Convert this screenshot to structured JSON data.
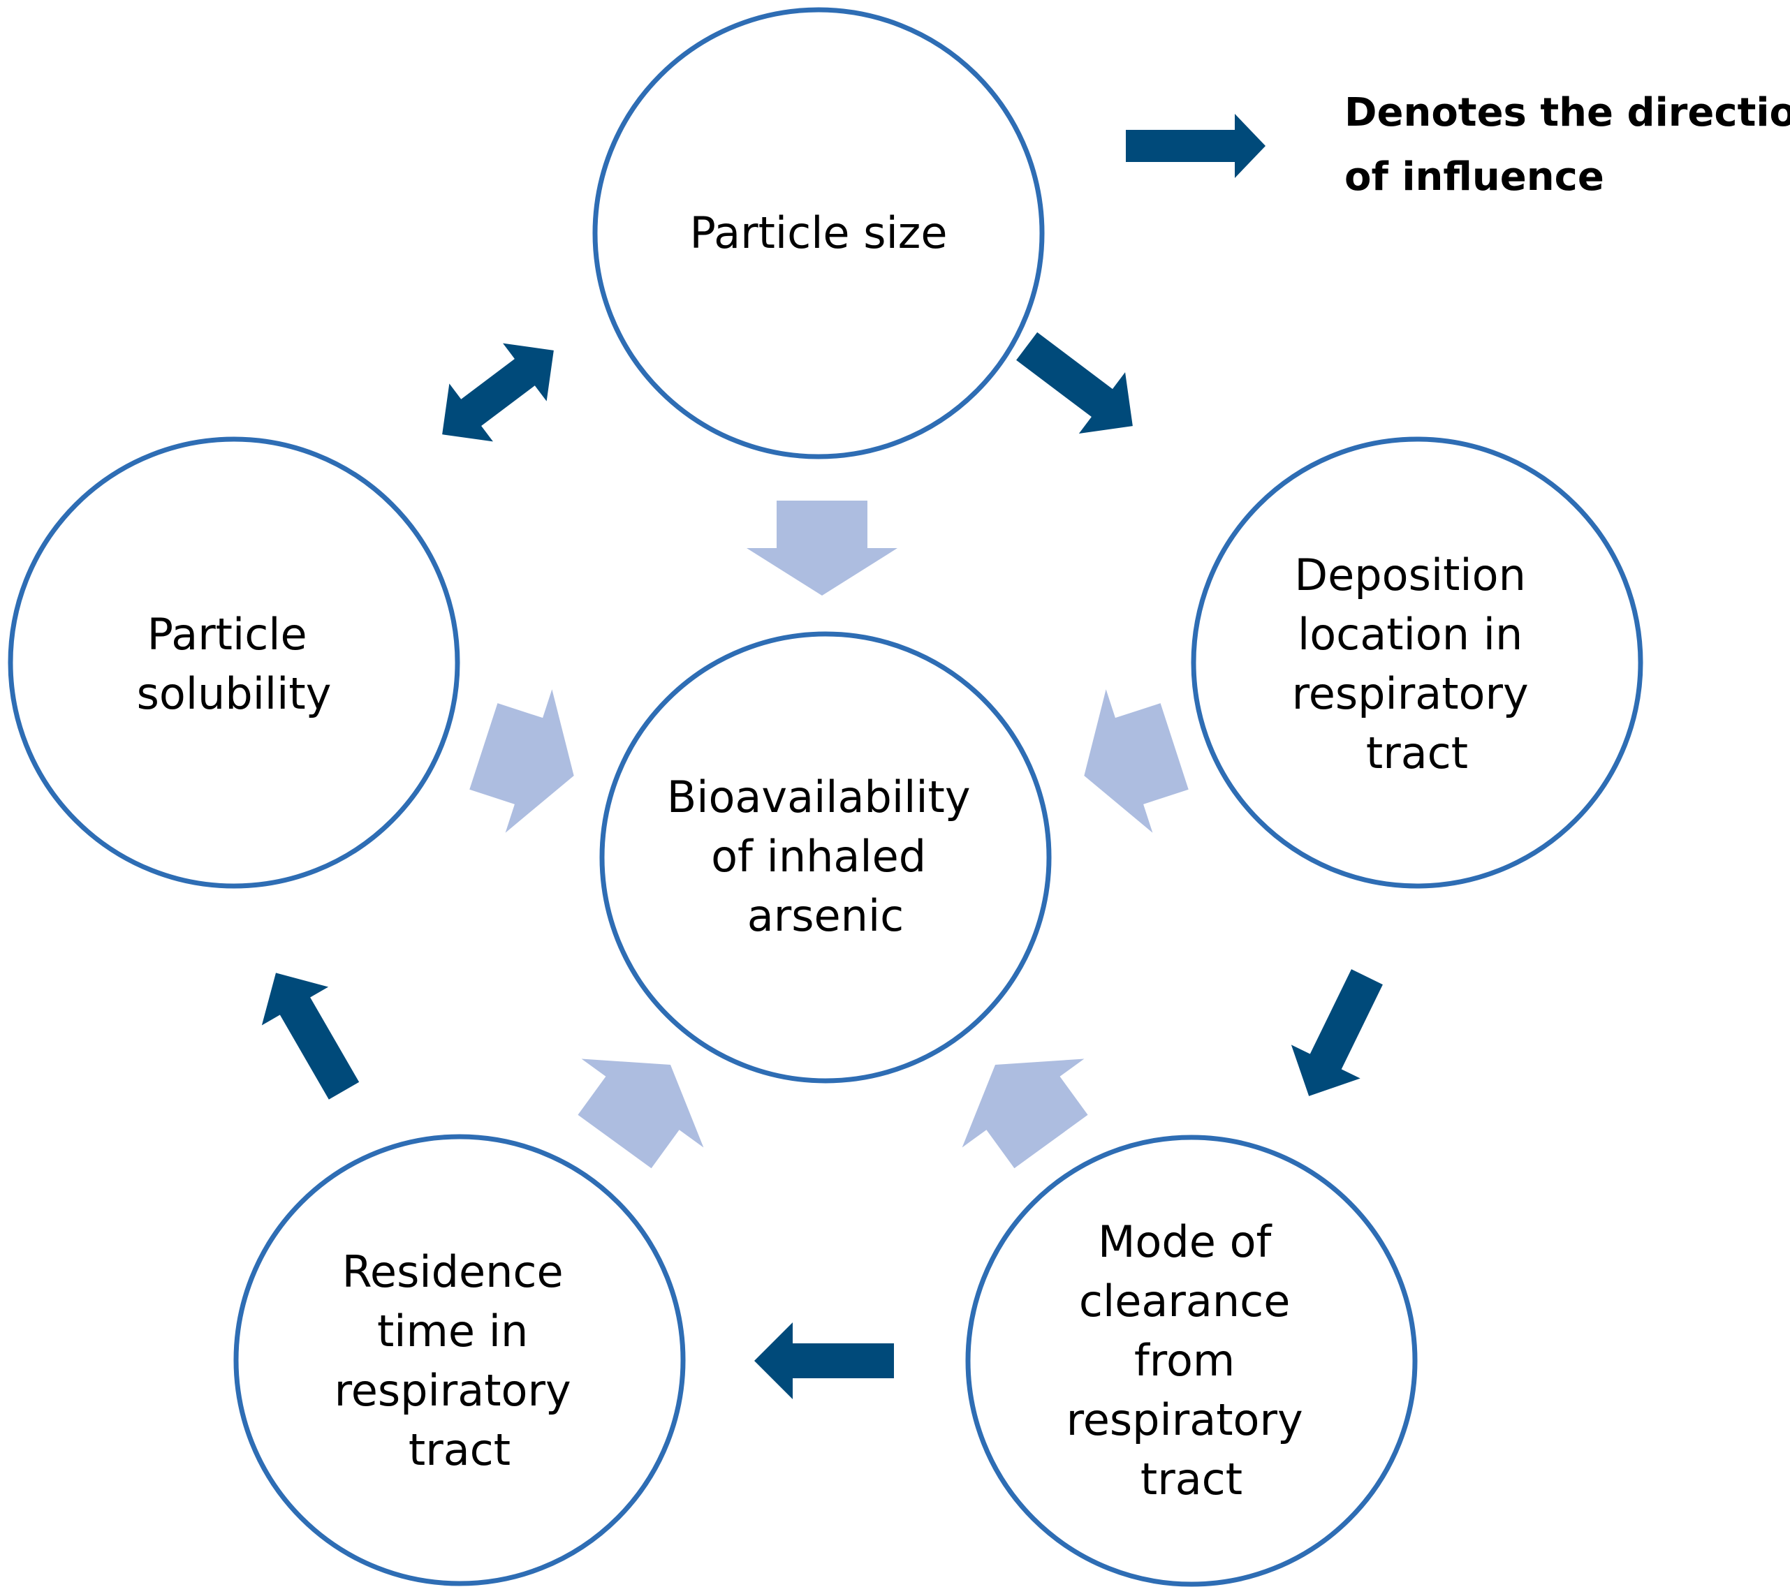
{
  "diagram": {
    "colors": {
      "circle_stroke": "#2e6db4",
      "dark_arrow": "#004a7a",
      "light_arrow": "#adbde0"
    },
    "nodes": [
      {
        "id": "particle-size",
        "lines": [
          "Particle size"
        ]
      },
      {
        "id": "deposition-location",
        "lines": [
          "Deposition",
          "location in",
          "respiratory",
          "tract"
        ]
      },
      {
        "id": "mode-of-clearance",
        "lines": [
          "Mode of",
          "clearance",
          "from",
          "respiratory",
          "tract"
        ]
      },
      {
        "id": "residence-time",
        "lines": [
          "Residence",
          "time in",
          "respiratory",
          "tract"
        ]
      },
      {
        "id": "particle-solubility",
        "lines": [
          "Particle",
          "solubility"
        ]
      },
      {
        "id": "bioavailability",
        "lines": [
          "Bioavailability",
          "of inhaled",
          "arsenic"
        ]
      }
    ],
    "edges": [
      {
        "from": "particle-size",
        "to": "deposition-location",
        "bidirectional": false
      },
      {
        "from": "deposition-location",
        "to": "mode-of-clearance",
        "bidirectional": false
      },
      {
        "from": "mode-of-clearance",
        "to": "residence-time",
        "bidirectional": false
      },
      {
        "from": "residence-time",
        "to": "particle-solubility",
        "bidirectional": false
      },
      {
        "from": "particle-size",
        "to": "particle-solubility",
        "bidirectional": true
      },
      {
        "from": "particle-size",
        "to": "bioavailability",
        "bidirectional": false
      },
      {
        "from": "deposition-location",
        "to": "bioavailability",
        "bidirectional": false
      },
      {
        "from": "mode-of-clearance",
        "to": "bioavailability",
        "bidirectional": false
      },
      {
        "from": "residence-time",
        "to": "bioavailability",
        "bidirectional": false
      },
      {
        "from": "particle-solubility",
        "to": "bioavailability",
        "bidirectional": false
      }
    ],
    "legend": {
      "lines": [
        "Denotes the direction",
        "of influence"
      ]
    }
  }
}
